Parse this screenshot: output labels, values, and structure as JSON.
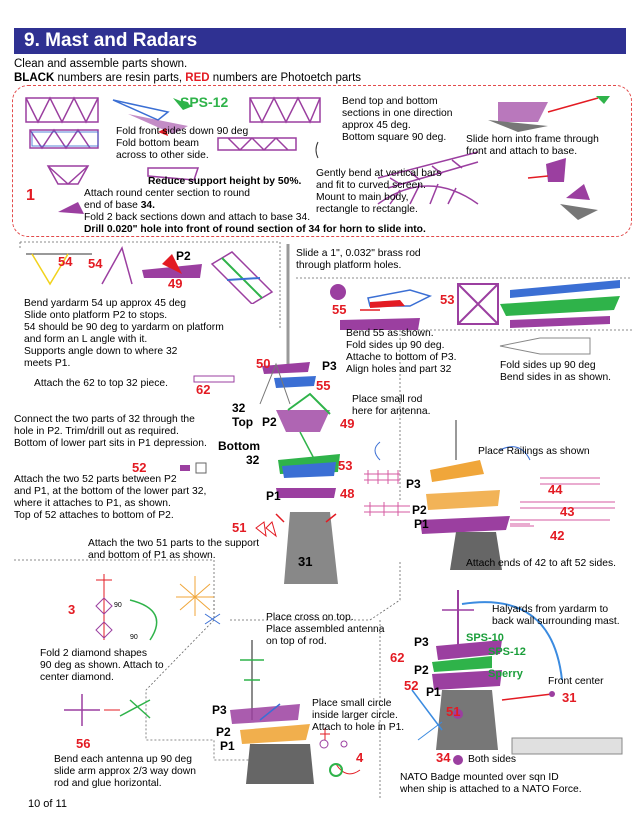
{
  "header": {
    "title": "9. Mast and Radars",
    "intro_line1": "Clean and assemble parts shown.",
    "intro_black": "BLACK",
    "intro_mid": " numbers are resin parts, ",
    "intro_red": "RED",
    "intro_end": " numbers are Photoetch parts"
  },
  "top_panel": {
    "sps12": "SPS-12",
    "fold_front": [
      "Fold front sides down 90 deg",
      "Fold bottom beam",
      "across to other side."
    ],
    "bend_top": [
      "Bend top and bottom",
      "sections in one direction",
      "approx 45 deg.",
      "Bottom square 90 deg."
    ],
    "slide_horn": [
      "Slide horn into frame through",
      "front and attach to base."
    ],
    "reduce_support": "Reduce support height by 50%.",
    "gently_bend": [
      "Gently bend at vertical bars",
      "and fit to curved screen.",
      "Mount to main body,",
      "rectangle to rectangle."
    ],
    "num_1": "1",
    "attach_round_1": "Attach round center section to round",
    "attach_round_2a": "end of base ",
    "attach_round_2b": "34.",
    "fold_2_back": "Fold 2 back sections down and attach to base 34.",
    "drill": "Drill 0.020\" hole into front of round section of 34 for horn to slide into."
  },
  "yardarm": {
    "num_54a": "54",
    "num_54b": "54",
    "num_49": "49",
    "p2": "P2",
    "l1": "Bend yardarm 54 up approx 45 deg",
    "l2": "Slide onto platform P2 to stops.",
    "l3": "54 should be 90 deg to yardarm on platform",
    "l4": "and form an L angle with it.",
    "l5": "Supports angle down to where 32",
    "l6": "meets P1."
  },
  "brass_rod": [
    "Slide a 1\", 0.032\" brass rod",
    "through platform holes."
  ],
  "part55": {
    "num_55": "55",
    "num_53": "53",
    "l1": "Bend 55 as shown.",
    "l2": "Fold sides up 90 deg.",
    "l3": "Attache to bottom of P3.",
    "l4": "Align holes and part 32"
  },
  "fold_sides": [
    "Fold sides up 90 deg",
    "Bend sides in as shown."
  ],
  "center": {
    "num_50": "50",
    "p3": "P3",
    "num_55": "55",
    "num_62": "62",
    "attach62": "Attach the 62 to top 32 piece.",
    "place_rod": [
      "Place small rod",
      "here for antenna."
    ],
    "top32": "32",
    "top": "Top",
    "p2": "P2",
    "num_49": "49",
    "bottom": "Bottom",
    "bottom32": "32",
    "num_53": "53",
    "connect": [
      "Connect the two parts of 32 through the",
      "hole in P2. Trim/drill out as required.",
      "Bottom of lower part sits in P1 depression."
    ],
    "num_52": "52",
    "p1": "P1",
    "num_48": "48",
    "attach52": [
      "Attach the two 52 parts between P2",
      "and P1, at the bottom of the lower part 32,",
      "where it attaches to P1, as shown.",
      "Top of 52 attaches to bottom of P2."
    ],
    "num_51": "51",
    "num_31": "31",
    "attach51": [
      "Attach the two 51 parts to the support",
      "and bottom of P1 as shown."
    ]
  },
  "railings": {
    "title": "Place Railings as shown",
    "p3": "P3",
    "p2": "P2",
    "p1": "P1",
    "num_44": "44",
    "num_43": "43",
    "num_42": "42",
    "attach_ends": "Attach ends of 42 to aft 52 sides."
  },
  "diamond": {
    "num_3": "3",
    "deg90a": "90",
    "deg90b": "90",
    "l1": "Fold 2 diamond shapes",
    "l2": "90 deg as shown. Attach to",
    "l3": "center diamond."
  },
  "antenna": {
    "num_56": "56",
    "l1": "Bend each antenna up 90 deg",
    "l2": "slide arm approx 2/3 way down",
    "l3": "rod and glue horizontal."
  },
  "cross": [
    "Place cross on top.",
    "Place assembled antenna",
    "on top of rod."
  ],
  "circle": {
    "lines": [
      "Place small circle",
      "inside larger circle.",
      "Attach to hole in P1."
    ],
    "num_4": "4",
    "p3": "P3",
    "p2": "P2",
    "p1": "P1"
  },
  "final": {
    "halyards": [
      "Halyards from yardarm to",
      "back wall surrounding mast."
    ],
    "sps10": "SPS-10",
    "sps12": "SPS-12",
    "sperry": "Sperry",
    "p3": "P3",
    "p2": "P2",
    "p1": "P1",
    "num_62": "62",
    "num_52": "52",
    "num_51": "51",
    "front_center": "Front center",
    "num_31": "31",
    "num_34": "34",
    "both_sides": "Both sides",
    "nato": [
      "NATO Badge mounted over sqn ID",
      "when ship is attached to a NATO Force."
    ]
  },
  "footer": {
    "page": "10 of 11"
  },
  "colors": {
    "title_bg": "#2f3192",
    "red": "#e31b23",
    "magenta": "#9b3fa0",
    "green": "#2fb34a",
    "blue": "#2b7fd4"
  }
}
